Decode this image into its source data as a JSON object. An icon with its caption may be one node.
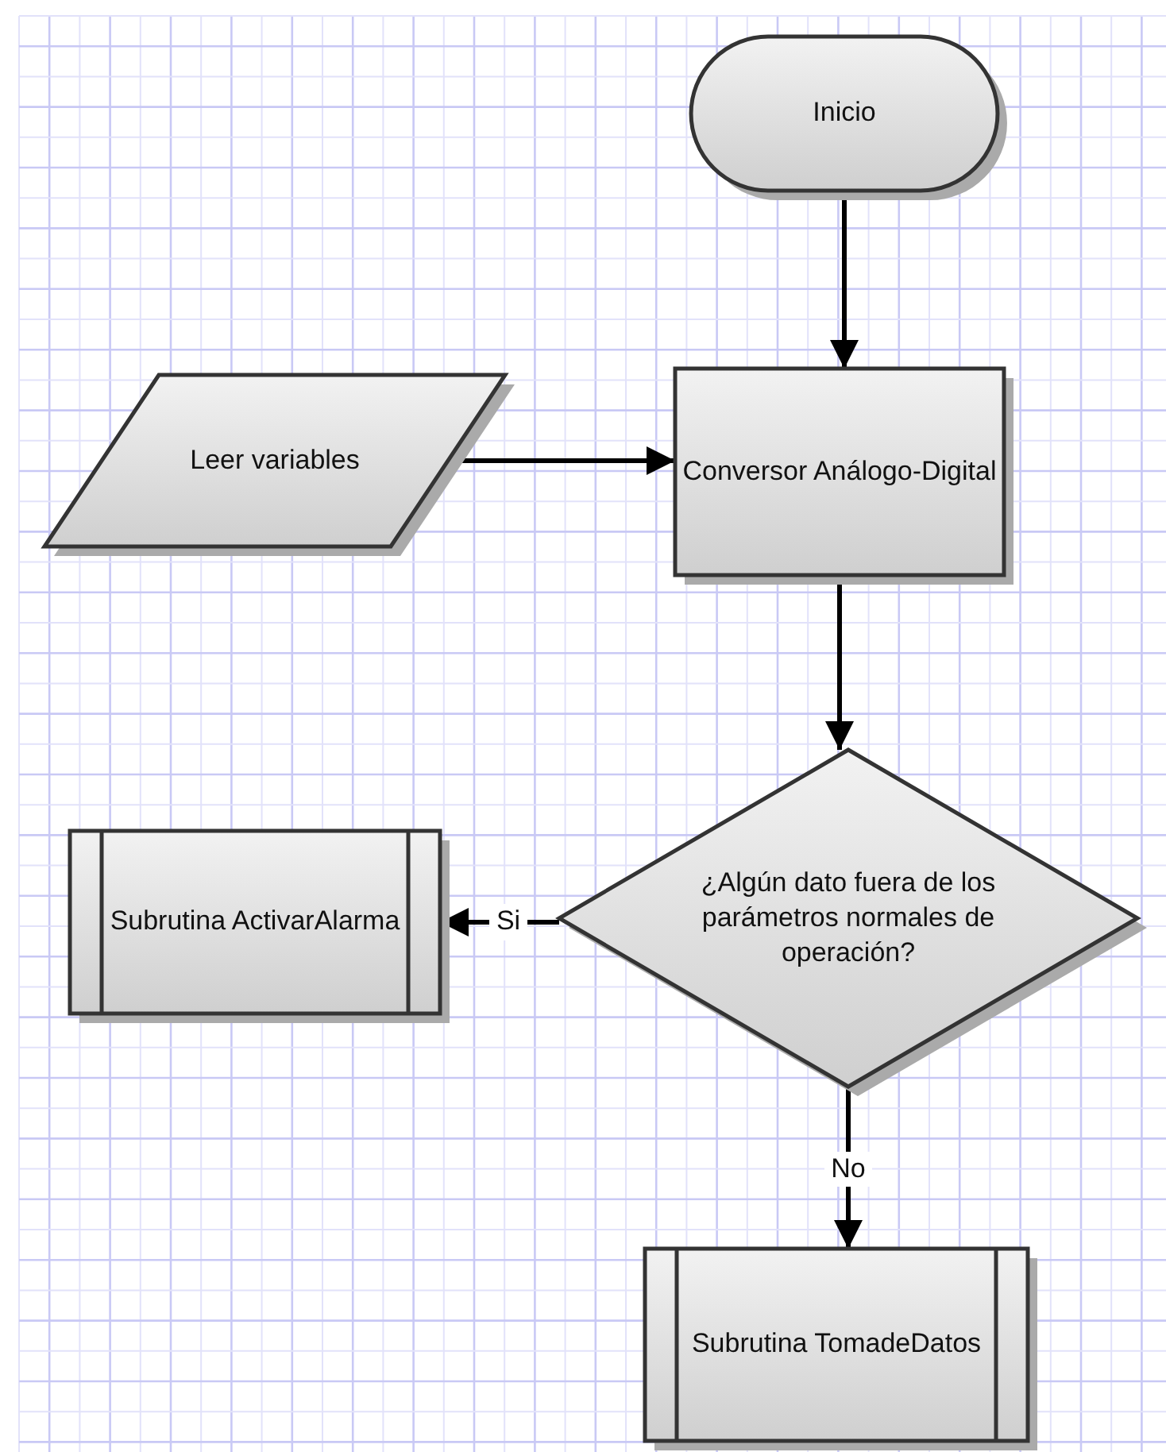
{
  "diagram": {
    "nodes": [
      {
        "text": [
          "Inicio"
        ]
      },
      {
        "text": [
          "Leer variables"
        ]
      },
      {
        "text": [
          "Conversor Análogo-Digital"
        ]
      },
      {
        "text": [
          "¿Algún dato fuera de los parámetros normales de operación?"
        ]
      },
      {
        "text": [
          "Subrutina ActivarAlarma"
        ]
      },
      {
        "text": [
          "Subrutina TomadeDatos"
        ]
      }
    ],
    "edges": [
      {
        "from": 0,
        "to": 2,
        "arrow": "to"
      },
      {
        "from": 1,
        "to": 2,
        "arrow": "to"
      },
      {
        "from": 2,
        "to": 3,
        "arrow": "to"
      },
      {
        "from": 3,
        "to": 4,
        "arrow": "to",
        "label": "Si"
      },
      {
        "from": 3,
        "to": 5,
        "arrow": "to",
        "label": "No"
      }
    ]
  }
}
